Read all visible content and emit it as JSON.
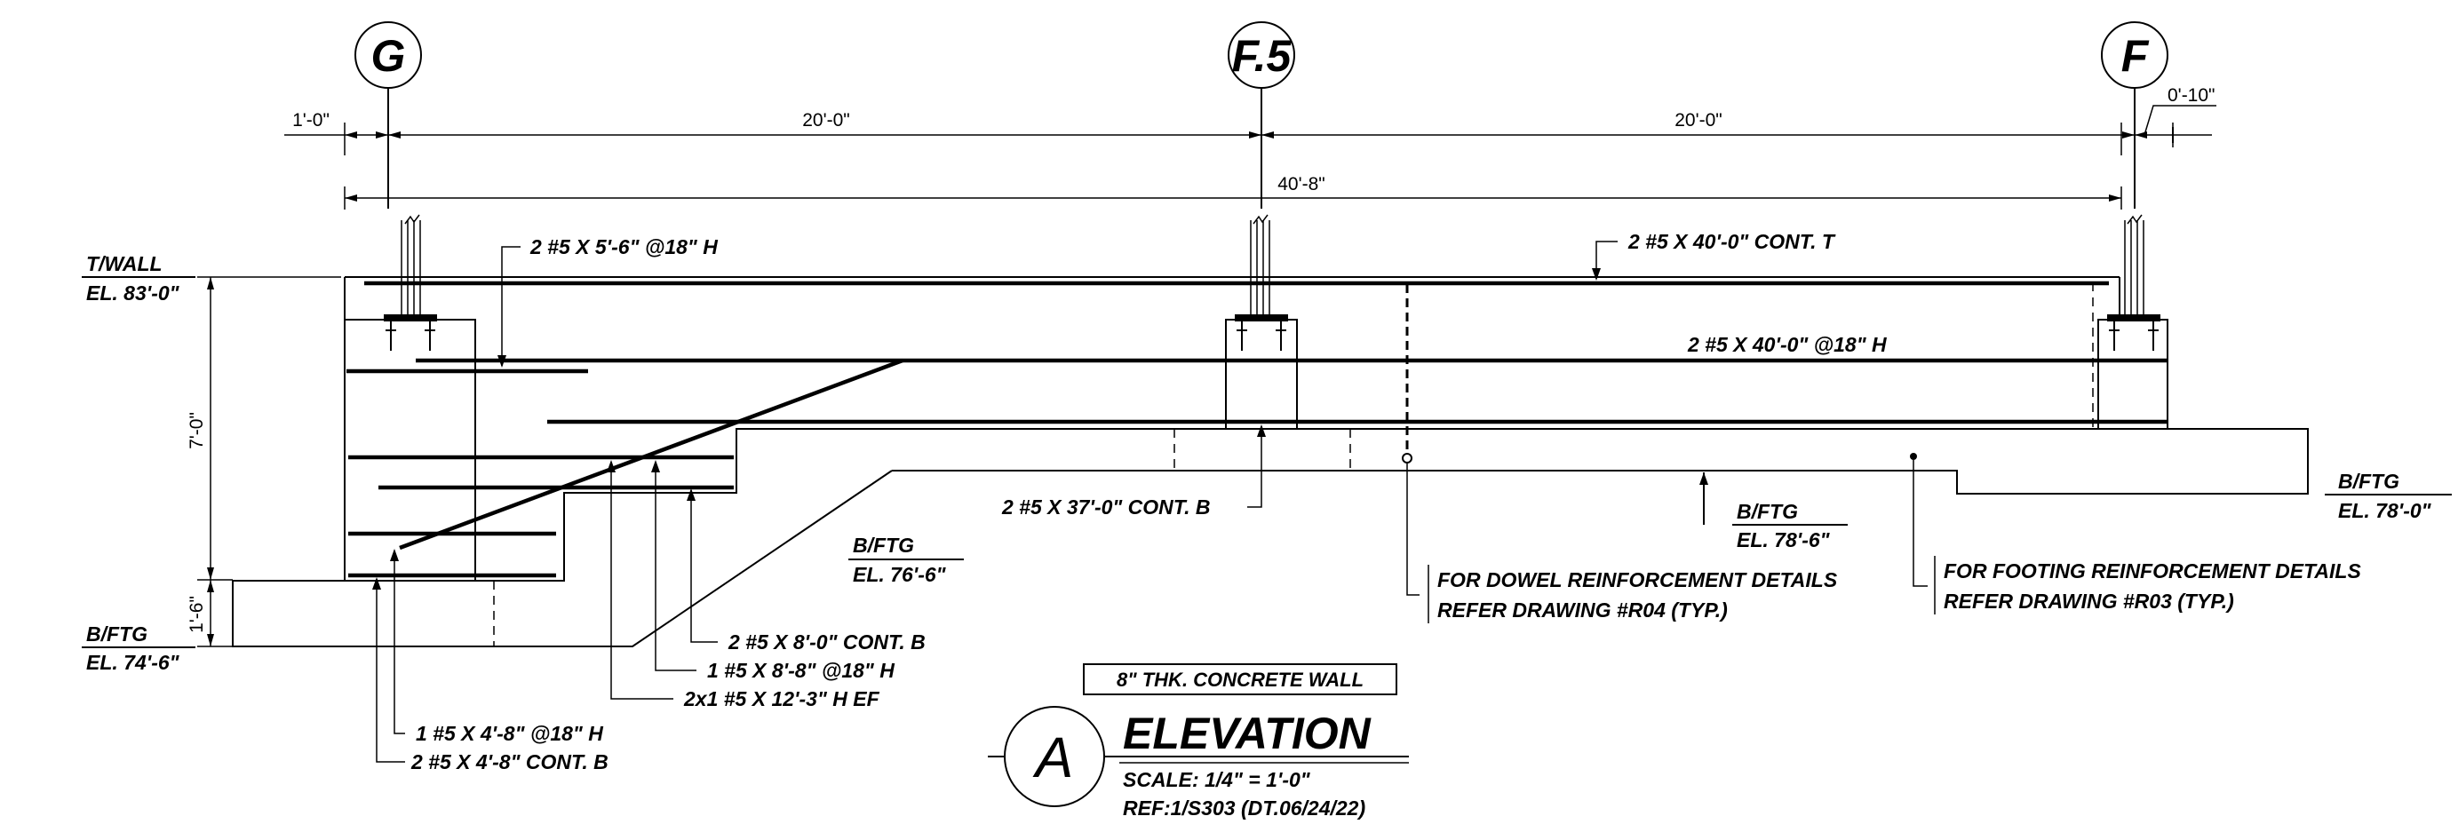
{
  "gridlines": {
    "g": "G",
    "f5": "F.5",
    "f": "F"
  },
  "dimensions": {
    "left_offset": "1'-0\"",
    "span_1": "20'-0\"",
    "span_2": "20'-0\"",
    "right_offset": "0'-10\"",
    "overall": "40'-8\"",
    "wall_height": "7'-0\"",
    "footing_depth": "1'-6\""
  },
  "elevations": {
    "top_wall_tag": "T/WALL",
    "top_wall_el": "EL. 83'-0\"",
    "ftg_left_tag": "B/FTG",
    "ftg_left_el": "EL. 74'-6\"",
    "ftg_mid1_tag": "B/FTG",
    "ftg_mid1_el": "EL. 76'-6\"",
    "ftg_mid2_tag": "B/FTG",
    "ftg_mid2_el": "EL. 78'-6\"",
    "ftg_right_tag": "B/FTG",
    "ftg_right_el": "EL. 78'-0\""
  },
  "rebar_labels": {
    "top_short": "2 #5 X 5'-6\" @18\" H",
    "top_cont": "2 #5 X 40'-0\"  CONT. T",
    "mid_horiz": "2 #5 X 40'-0\" @18\" H",
    "bottom_cont": "2 #5 X 37'-0\"  CONT. B",
    "step_cont_b": "2 #5 X 8'-0\"  CONT. B",
    "step_horiz": "1 #5 X 8'-8\" @18\" H",
    "diag_ef": "2x1 #5 X 12'-3\"  H EF",
    "left_horiz": "1 #5 X 4'-8\" @18\" H",
    "left_cont_b": "2 #5 X 4'-8\"  CONT. B"
  },
  "notes": {
    "dowel_line1": "FOR DOWEL REINFORCEMENT DETAILS",
    "dowel_line2": "REFER DRAWING #R04 (TYP.)",
    "footing_line1": "FOR FOOTING REINFORCEMENT DETAILS",
    "footing_line2": "REFER DRAWING #R03 (TYP.)"
  },
  "title_block": {
    "wall_type": "8\" THK. CONCRETE WALL",
    "badge": "A",
    "title": "ELEVATION",
    "scale": "SCALE: 1/4\" = 1'-0\"",
    "ref": "REF:1/S303 (DT.06/24/22)"
  }
}
